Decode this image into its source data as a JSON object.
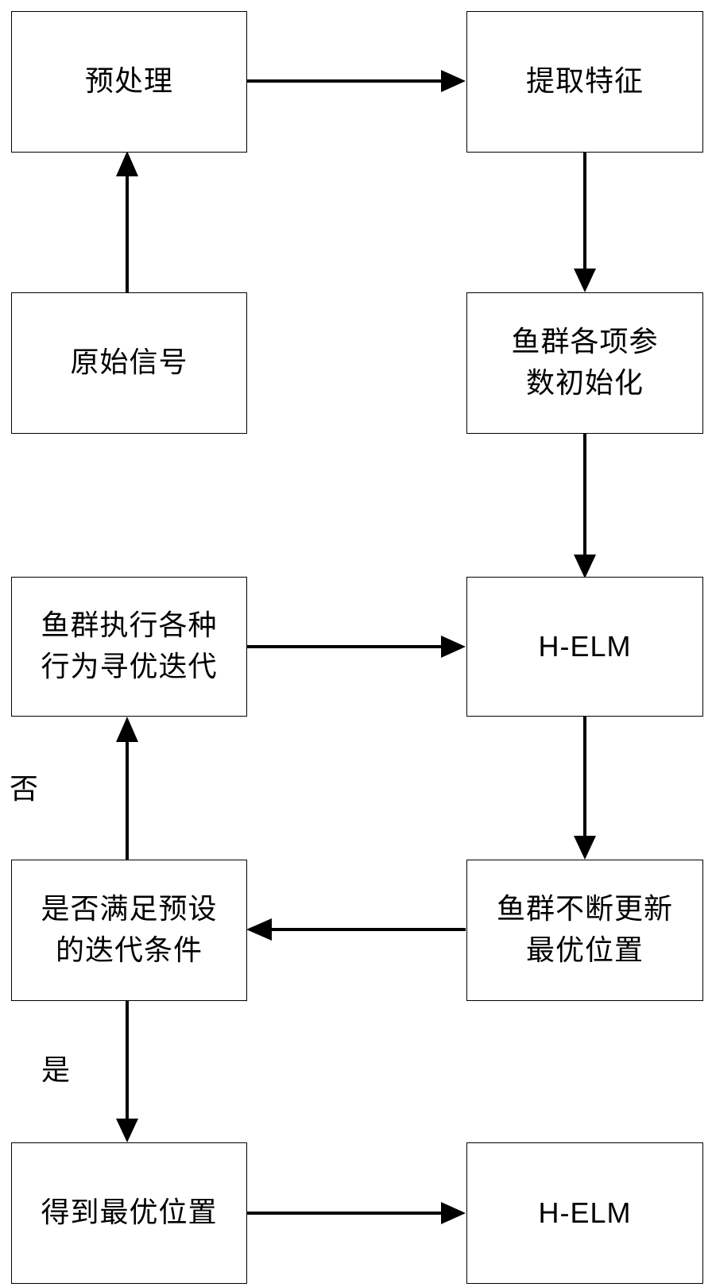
{
  "nodes": {
    "preprocess": "预处理",
    "extract": "提取特征",
    "raw_signal": "原始信号",
    "init_params": "鱼群各项参\n数初始化",
    "iterate": "鱼群执行各种\n行为寻优迭代",
    "helm_top": "H-ELM",
    "condition": "是否满足预设\n的迭代条件",
    "update_best": "鱼群不断更新\n最优位置",
    "get_best": "得到最优位置",
    "helm_bottom": "H-ELM"
  },
  "edge_labels": {
    "no": "否",
    "yes": "是"
  }
}
